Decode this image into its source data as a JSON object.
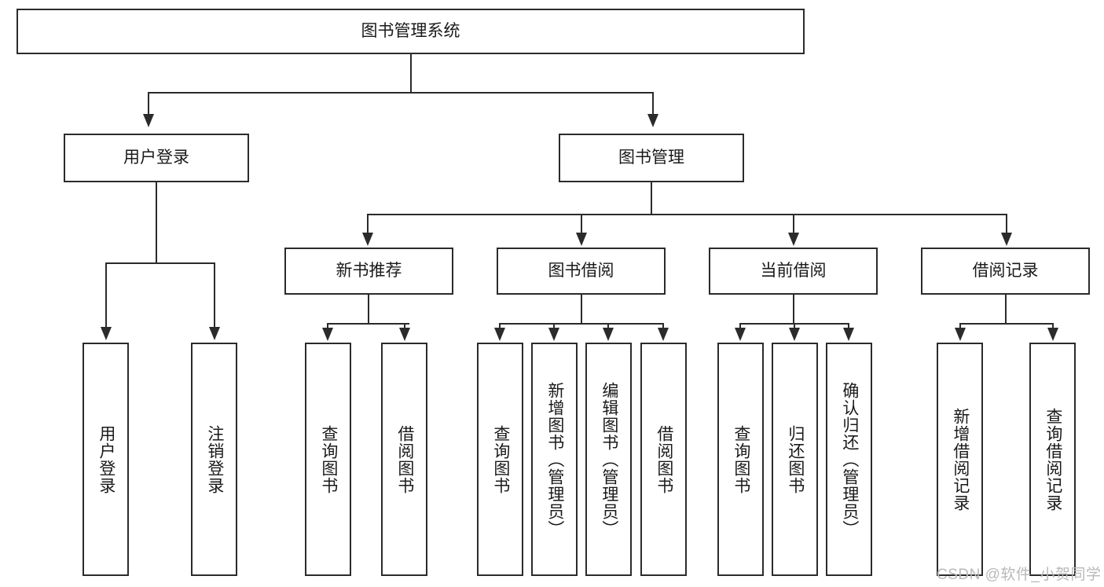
{
  "diagram": {
    "type": "tree-hierarchy",
    "root": {
      "label": "图书管理系统"
    },
    "level2": [
      {
        "label": "用户登录"
      },
      {
        "label": "图书管理"
      }
    ],
    "level3": [
      {
        "label": "新书推荐"
      },
      {
        "label": "图书借阅"
      },
      {
        "label": "当前借阅"
      },
      {
        "label": "借阅记录"
      }
    ],
    "leaves": {
      "user_login": [
        {
          "label": "用户登录"
        },
        {
          "label": "注销登录"
        }
      ],
      "new_book_recommend": [
        {
          "label": "查询图书"
        },
        {
          "label": "借阅图书"
        }
      ],
      "book_borrow": [
        {
          "label": "查询图书"
        },
        {
          "label": "新增图书（管理员）"
        },
        {
          "label": "编辑图书（管理员）"
        },
        {
          "label": "借阅图书"
        }
      ],
      "current_borrow": [
        {
          "label": "查询图书"
        },
        {
          "label": "归还图书"
        },
        {
          "label": "确认归还（管理员）"
        }
      ],
      "borrow_record": [
        {
          "label": "新增借阅记录"
        },
        {
          "label": "查询借阅记录"
        }
      ]
    }
  },
  "watermark": {
    "text": "CSDN @软件_小贺同学"
  },
  "colors": {
    "border": "#2b2b2b",
    "background": "#ffffff",
    "text": "#1a1a1a",
    "watermark": "#b9b9b9"
  }
}
